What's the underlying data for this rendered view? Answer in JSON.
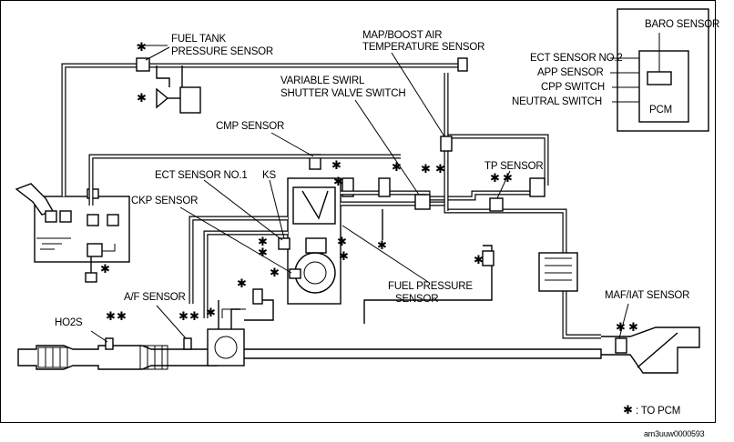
{
  "labels": {
    "fuel_tank_pressure_sensor_1": "FUEL TANK",
    "fuel_tank_pressure_sensor_2": "PRESSURE SENSOR",
    "map_boost_1": "MAP/BOOST AIR",
    "map_boost_2": "TEMPERATURE SENSOR",
    "variable_swirl_1": "VARIABLE SWIRL",
    "variable_swirl_2": "SHUTTER VALVE SWITCH",
    "cmp_sensor": "CMP SENSOR",
    "ect_sensor_no1": "ECT SENSOR NO.1",
    "ks": "KS",
    "ckp_sensor": "CKP SENSOR",
    "tp_sensor": "TP SENSOR",
    "fuel_pressure_1": "FUEL PRESSURE",
    "fuel_pressure_2": "SENSOR",
    "af_sensor": "A/F SENSOR",
    "ho2s": "HO2S",
    "maf_iat_sensor": "MAF/IAT SENSOR"
  },
  "pcm_panel": {
    "baro_sensor": "BARO SENSOR",
    "ect_sensor_no2": "ECT SENSOR NO.2",
    "app_sensor": "APP SENSOR",
    "cpp_switch": "CPP SWITCH",
    "neutral_switch": "NEUTRAL SWITCH",
    "pcm": "PCM"
  },
  "legend": {
    "symbol": "✱",
    "text": ": TO PCM"
  },
  "figure_code": "am3uuw0000593"
}
